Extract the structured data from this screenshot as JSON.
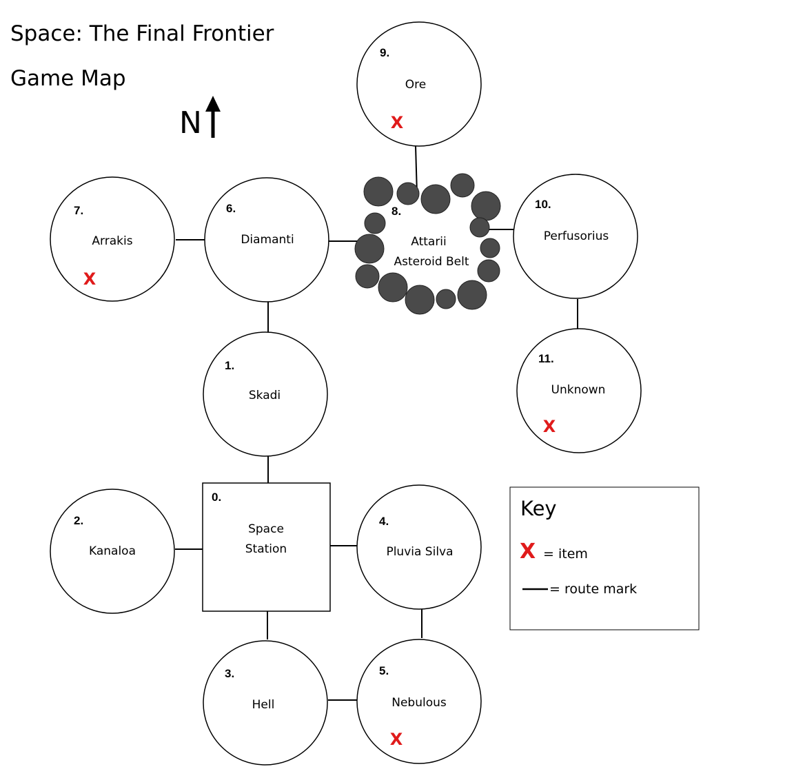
{
  "title": "Space: The Final Frontier",
  "subtitle": "Game Map",
  "compass": {
    "label": "N"
  },
  "locations": {
    "space_station": {
      "number": "0.",
      "name_line1": "Space",
      "name_line2": "Station"
    },
    "skadi": {
      "number": "1.",
      "name": "Skadi"
    },
    "kanaloa": {
      "number": "2.",
      "name": "Kanaloa"
    },
    "hell": {
      "number": "3.",
      "name": "Hell"
    },
    "pluvia_silva": {
      "number": "4.",
      "name": "Pluvia Silva"
    },
    "nebulous": {
      "number": "5.",
      "name": "Nebulous",
      "item": "X"
    },
    "diamanti": {
      "number": "6.",
      "name": "Diamanti"
    },
    "arrakis": {
      "number": "7.",
      "name": "Arrakis",
      "item": "X"
    },
    "attarii": {
      "number": "8.",
      "name_line1": "Attarii",
      "name_line2": "Asteroid Belt"
    },
    "ore": {
      "number": "9.",
      "name": "Ore",
      "item": "X"
    },
    "perfusorius": {
      "number": "10.",
      "name": "Perfusorius"
    },
    "unknown": {
      "number": "11.",
      "name": "Unknown",
      "item": "X"
    }
  },
  "key": {
    "title": "Key",
    "item_symbol": "X",
    "item_label": "= item",
    "route_label": "= route mark"
  },
  "colors": {
    "item": "#e01b1b",
    "asteroid": "#4a4a4a"
  }
}
